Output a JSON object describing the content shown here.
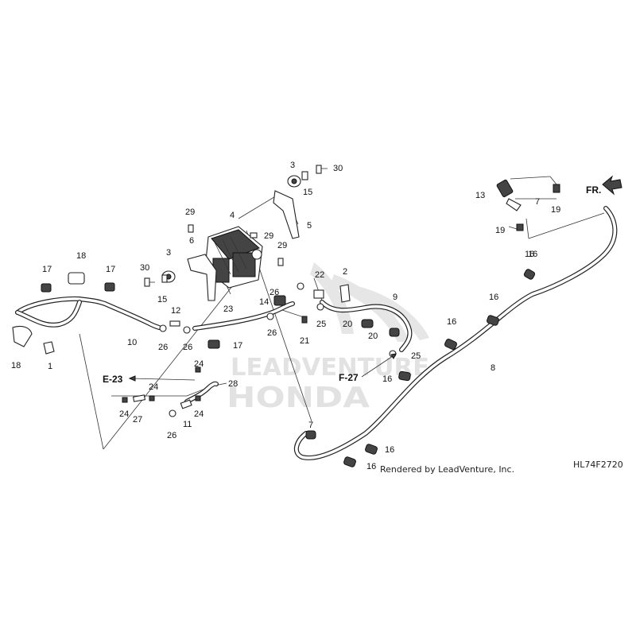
{
  "watermark": {
    "top": "LEADVENTURE",
    "brand": "HONDA"
  },
  "footer": {
    "credit": "Rendered by LeadVenture, Inc.",
    "code": "HL74F2720"
  },
  "refs": {
    "e23": "E-23",
    "f27": "F-27",
    "front": "FR."
  },
  "labels": [
    {
      "id": "c1",
      "text": "1"
    },
    {
      "id": "c2",
      "text": "2"
    },
    {
      "id": "c3a",
      "text": "3"
    },
    {
      "id": "c3b",
      "text": "3"
    },
    {
      "id": "c4",
      "text": "4"
    },
    {
      "id": "c5",
      "text": "5"
    },
    {
      "id": "c6",
      "text": "6"
    },
    {
      "id": "c7a",
      "text": "7"
    },
    {
      "id": "c7b",
      "text": "7"
    },
    {
      "id": "c8",
      "text": "8"
    },
    {
      "id": "c9",
      "text": "9"
    },
    {
      "id": "c10",
      "text": "10"
    },
    {
      "id": "c11",
      "text": "11"
    },
    {
      "id": "c12",
      "text": "12"
    },
    {
      "id": "c13",
      "text": "13"
    },
    {
      "id": "c14",
      "text": "14"
    },
    {
      "id": "c15a",
      "text": "15"
    },
    {
      "id": "c15b",
      "text": "15"
    },
    {
      "id": "c16a",
      "text": "16"
    },
    {
      "id": "c16b",
      "text": "16"
    },
    {
      "id": "c16c",
      "text": "16"
    },
    {
      "id": "c16d",
      "text": "16"
    },
    {
      "id": "c16e",
      "text": "16"
    },
    {
      "id": "c16f",
      "text": "16"
    },
    {
      "id": "c16g",
      "text": "16"
    },
    {
      "id": "c17a",
      "text": "17"
    },
    {
      "id": "c17b",
      "text": "17"
    },
    {
      "id": "c17c",
      "text": "17"
    },
    {
      "id": "c18a",
      "text": "18"
    },
    {
      "id": "c18b",
      "text": "18"
    },
    {
      "id": "c19a",
      "text": "19"
    },
    {
      "id": "c19b",
      "text": "19"
    },
    {
      "id": "c20a",
      "text": "20"
    },
    {
      "id": "c20b",
      "text": "20"
    },
    {
      "id": "c21",
      "text": "21"
    },
    {
      "id": "c22",
      "text": "22"
    },
    {
      "id": "c23",
      "text": "23"
    },
    {
      "id": "c24a",
      "text": "24"
    },
    {
      "id": "c24b",
      "text": "24"
    },
    {
      "id": "c24c",
      "text": "24"
    },
    {
      "id": "c24d",
      "text": "24"
    },
    {
      "id": "c25a",
      "text": "25"
    },
    {
      "id": "c25b",
      "text": "25"
    },
    {
      "id": "c26a",
      "text": "26"
    },
    {
      "id": "c26b",
      "text": "26"
    },
    {
      "id": "c26c",
      "text": "26"
    },
    {
      "id": "c26d",
      "text": "26"
    },
    {
      "id": "c26e",
      "text": "26"
    },
    {
      "id": "c27",
      "text": "27"
    },
    {
      "id": "c28",
      "text": "28"
    },
    {
      "id": "c29a",
      "text": "29"
    },
    {
      "id": "c29b",
      "text": "29"
    },
    {
      "id": "c29c",
      "text": "29"
    },
    {
      "id": "c30a",
      "text": "30"
    },
    {
      "id": "c30b",
      "text": "30"
    }
  ]
}
